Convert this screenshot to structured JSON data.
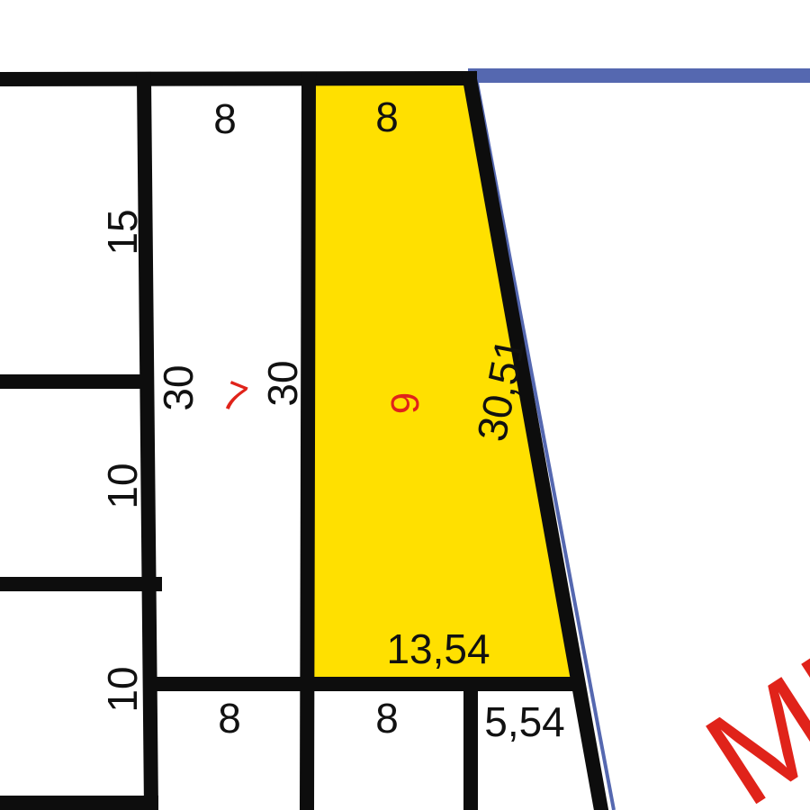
{
  "colors": {
    "parcel_fill": "#FFE000",
    "boundary": "#0d0d0d",
    "street_edge": "#5568B0",
    "lot_number": "#E0231A",
    "background": "#FFFFFF"
  },
  "lots": {
    "lot_7": "7",
    "lot_9": "9"
  },
  "dimensions": {
    "lot7_top": "8",
    "lot7_left": "30",
    "lot7_right": "30",
    "lot9_top": "8",
    "lot9_diagonal": "30,51",
    "lot9_bottom": "13,54",
    "left_upper": "15",
    "left_middle": "10",
    "left_lower": "10",
    "bottom_left": "8",
    "bottom_mid": "8",
    "bottom_right": "5,54"
  },
  "road_label": "MI"
}
